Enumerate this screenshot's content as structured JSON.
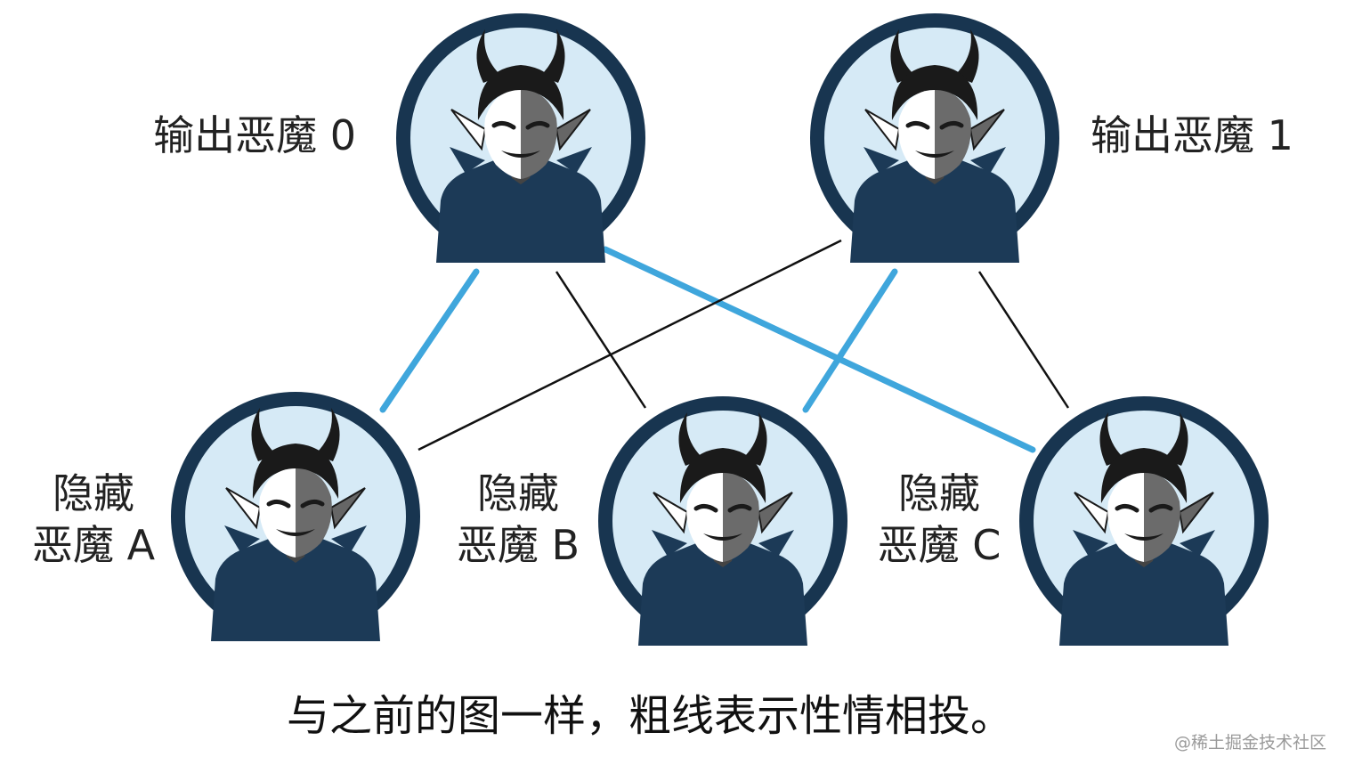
{
  "nodes": {
    "output0": {
      "label": "输出恶魔 0"
    },
    "output1": {
      "label": "输出恶魔 1"
    },
    "hiddenA": {
      "label_line1": "隐藏",
      "label_line2": "恶魔 A"
    },
    "hiddenB": {
      "label_line1": "隐藏",
      "label_line2": "恶魔 B"
    },
    "hiddenC": {
      "label_line1": "隐藏",
      "label_line2": "恶魔 C"
    }
  },
  "edges": [
    {
      "from": "output0",
      "to": "hiddenA",
      "style": "thick"
    },
    {
      "from": "output0",
      "to": "hiddenB",
      "style": "thin"
    },
    {
      "from": "output0",
      "to": "hiddenC",
      "style": "thick"
    },
    {
      "from": "output1",
      "to": "hiddenA",
      "style": "thin"
    },
    {
      "from": "output1",
      "to": "hiddenB",
      "style": "thick"
    },
    {
      "from": "output1",
      "to": "hiddenC",
      "style": "thin"
    }
  ],
  "caption": "与之前的图一样，粗线表示性情相投。",
  "watermark": "@稀土掘金技术社区",
  "colors": {
    "thick_edge": "#3fa6dc",
    "thin_edge": "#111111",
    "node_ring": "#183550",
    "node_fill": "#d6eaf6",
    "devil_body": "#1c3a57"
  },
  "icon": "devil-avatar-icon"
}
